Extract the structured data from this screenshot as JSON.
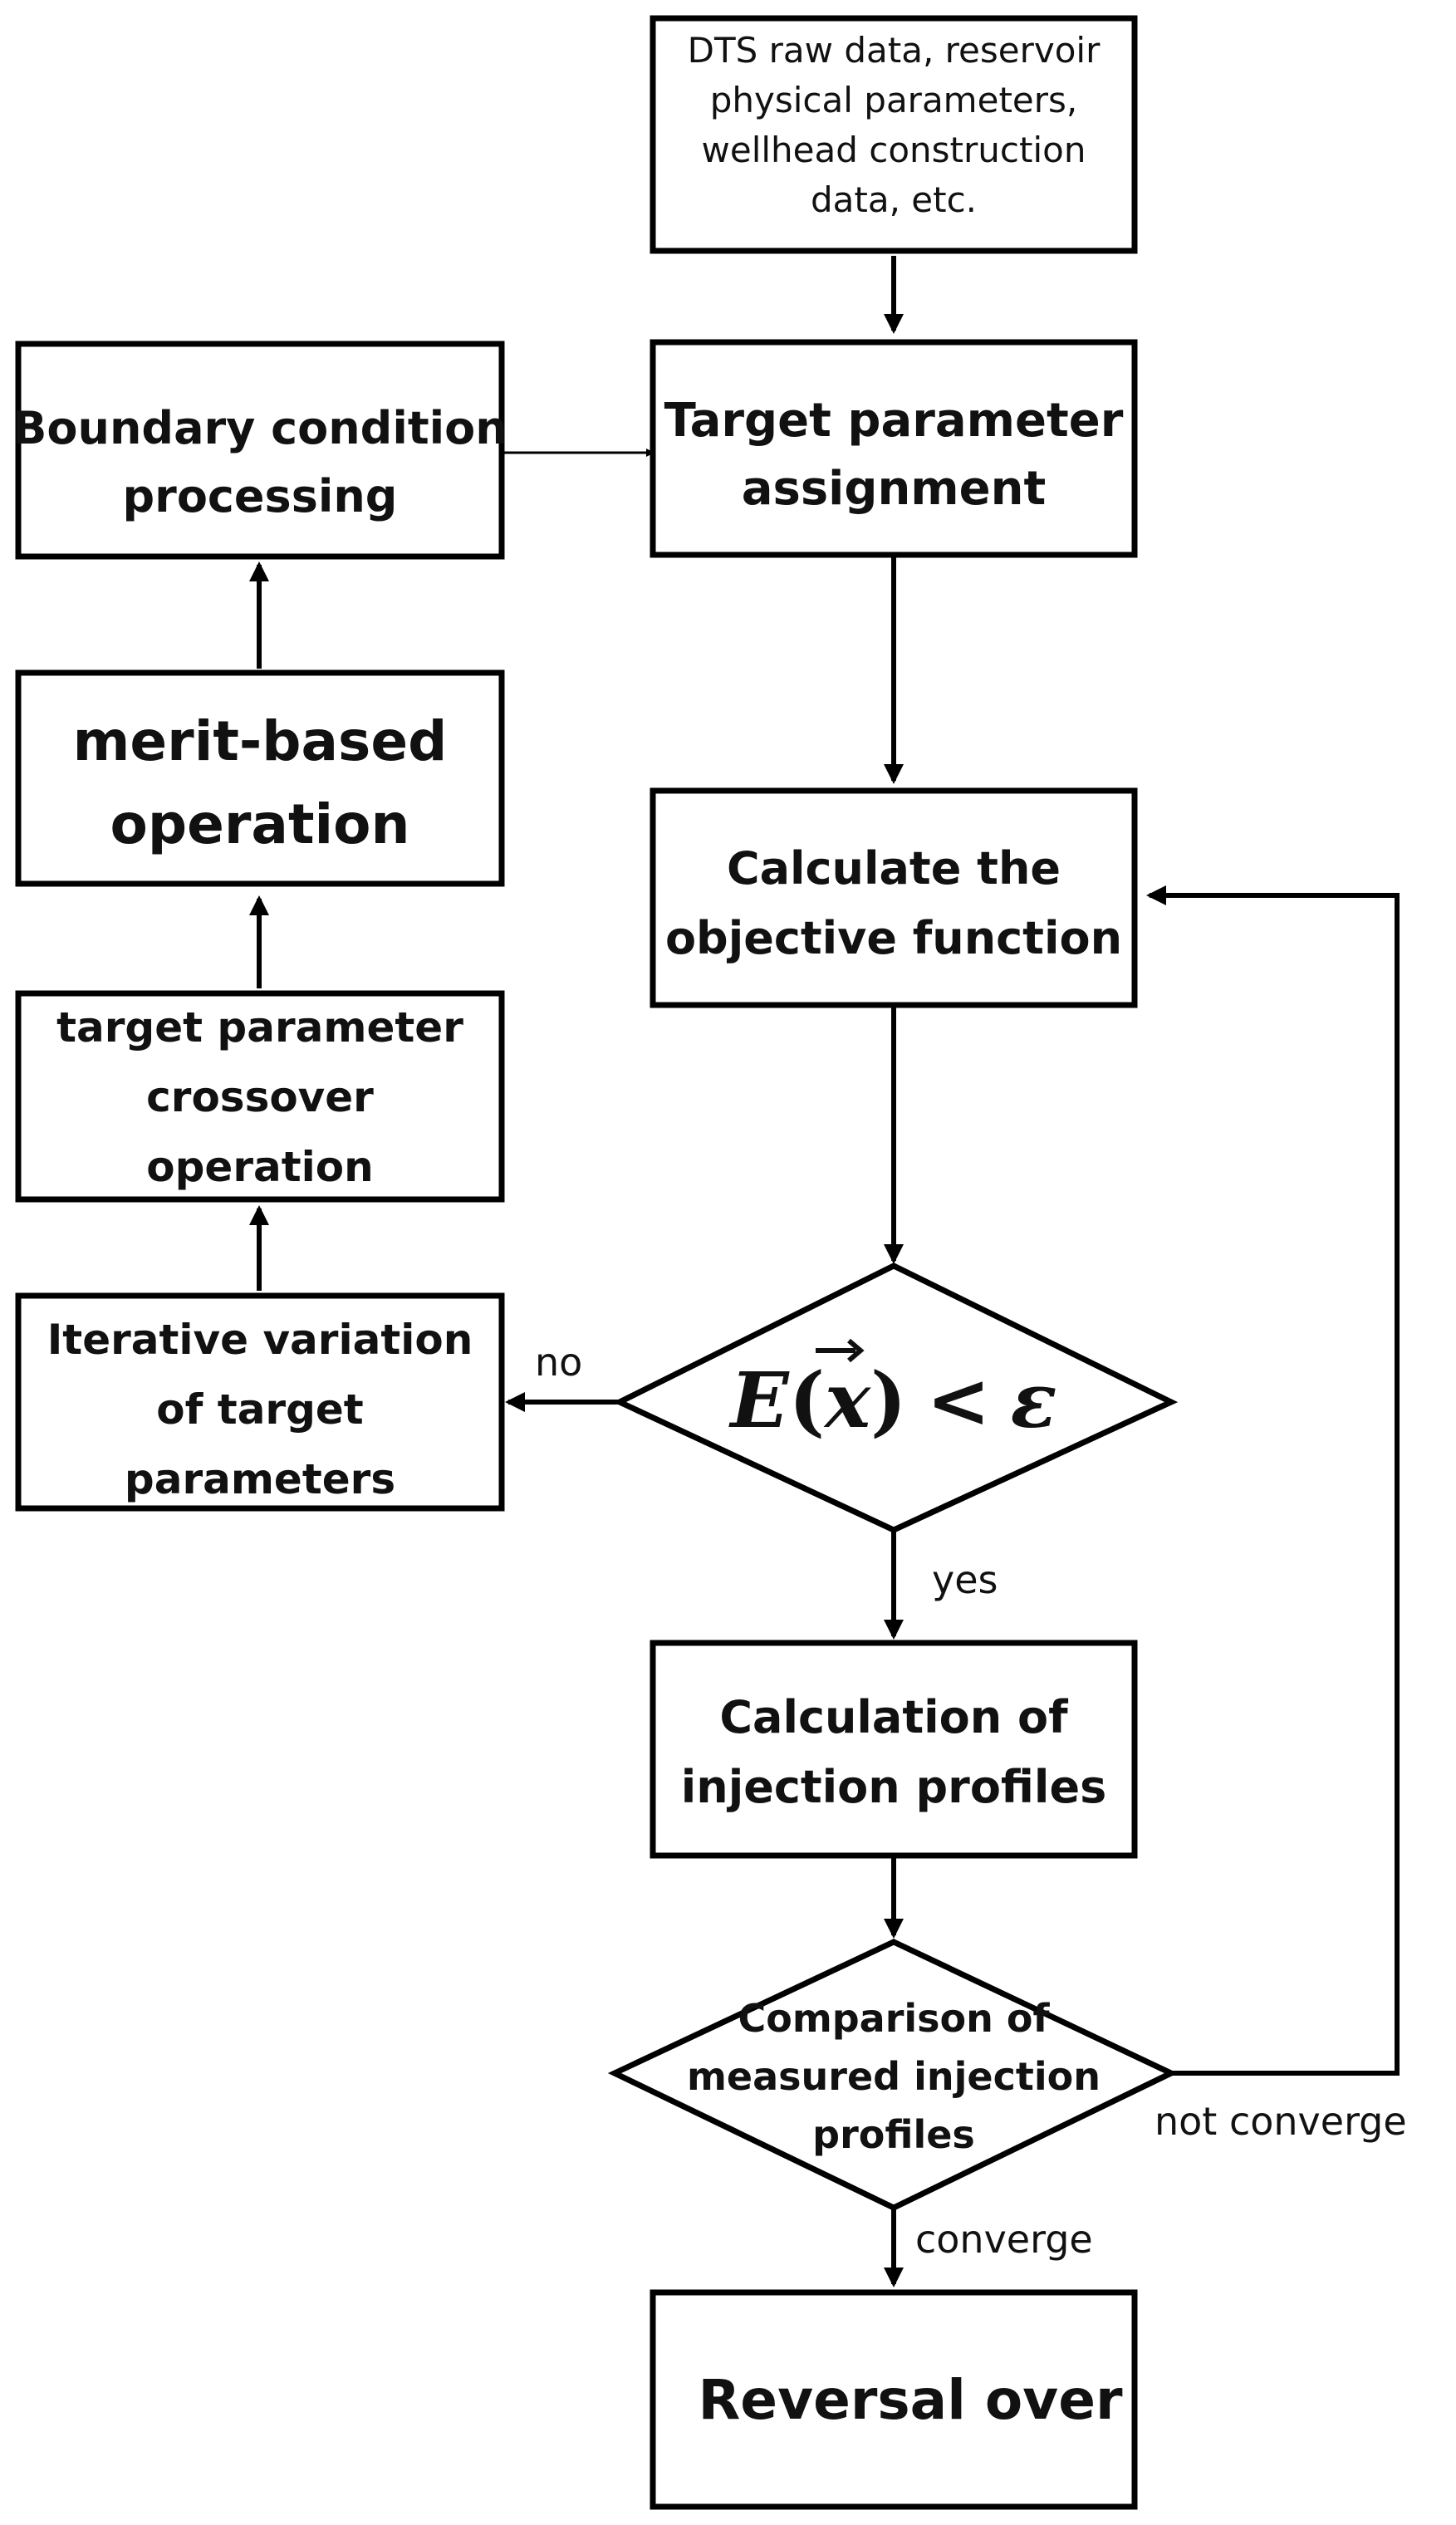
{
  "nodes": {
    "input_data": {
      "lines": [
        "DTS raw data, reservoir",
        "physical parameters,",
        "wellhead construction",
        "data, etc."
      ]
    },
    "target_assignment": {
      "lines": [
        "Target parameter",
        "assignment"
      ]
    },
    "boundary_processing": {
      "lines": [
        "Boundary condition",
        "processing"
      ]
    },
    "merit_operation": {
      "lines": [
        "merit-based",
        "operation"
      ]
    },
    "crossover_operation": {
      "lines": [
        "target parameter",
        "crossover",
        "operation"
      ]
    },
    "iterative_variation": {
      "lines": [
        "Iterative variation",
        "of target",
        "parameters"
      ]
    },
    "objective_function": {
      "lines": [
        "Calculate the",
        "objective function"
      ]
    },
    "decision_error": {
      "formula": {
        "func": "E",
        "open": "(",
        "var": "x",
        "close": ")",
        "op": "<",
        "eps": "ε"
      }
    },
    "injection_profiles": {
      "lines": [
        "Calculation of",
        "injection profiles"
      ]
    },
    "comparison": {
      "lines": [
        "Comparison of",
        "measured injection",
        "profiles"
      ]
    },
    "reversal_over": {
      "lines": [
        "Reversal over"
      ]
    }
  },
  "edges": {
    "no": "no",
    "yes": "yes",
    "not_converge": "not converge",
    "converge": "converge"
  }
}
